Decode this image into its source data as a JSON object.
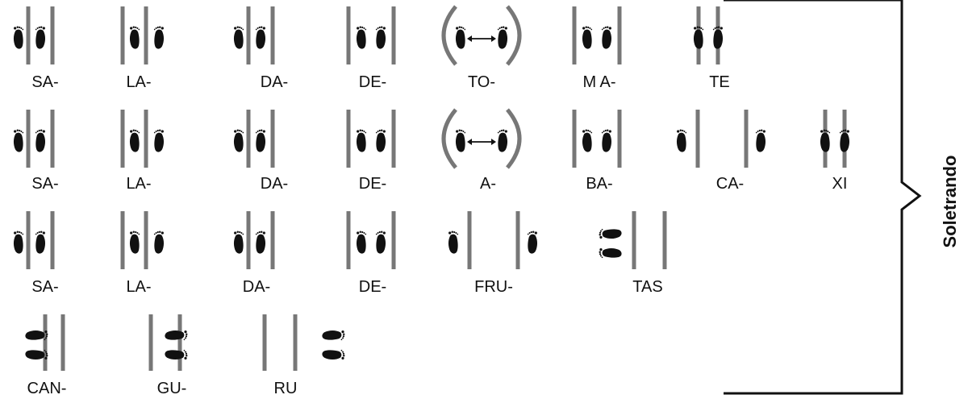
{
  "bracket_label": "Soletrando",
  "rows": [
    {
      "words": [
        {
          "syllable": "SA-",
          "variant": "split-right"
        },
        {
          "syllable": "LA-",
          "variant": "split-left"
        },
        {
          "syllable": "DA-",
          "variant": "split-right"
        },
        {
          "syllable": "DE-",
          "variant": "feet-between"
        },
        {
          "syllable": "TO-",
          "variant": "arrow-curved"
        },
        {
          "syllable": "M A-",
          "variant": "feet-between"
        },
        {
          "syllable": "TE",
          "variant": "feet-on-lines"
        }
      ]
    },
    {
      "words": [
        {
          "syllable": "SA-",
          "variant": "split-right"
        },
        {
          "syllable": "LA-",
          "variant": "split-left"
        },
        {
          "syllable": "DA-",
          "variant": "split-right"
        },
        {
          "syllable": "DE-",
          "variant": "feet-between"
        },
        {
          "syllable": "A-",
          "variant": "arrow-curved"
        },
        {
          "syllable": "BA-",
          "variant": "feet-between"
        },
        {
          "syllable": "CA-",
          "variant": "feet-outside-wide"
        },
        {
          "syllable": "XI",
          "variant": "feet-on-lines"
        }
      ]
    },
    {
      "words": [
        {
          "syllable": "SA-",
          "variant": "split-right"
        },
        {
          "syllable": "LA-",
          "variant": "split-left"
        },
        {
          "syllable": "DA-",
          "variant": "split-right"
        },
        {
          "syllable": "DE-",
          "variant": "feet-between"
        },
        {
          "syllable": "FRU-",
          "variant": "feet-outside-wide"
        },
        {
          "syllable": "TAS",
          "variant": "sideways-left"
        }
      ]
    },
    {
      "words": [
        {
          "syllable": "CAN-",
          "variant": "sideways-on-line"
        },
        {
          "syllable": "GU-",
          "variant": "sideways-between"
        },
        {
          "syllable": "RU",
          "variant": "sideways-right"
        }
      ]
    }
  ]
}
